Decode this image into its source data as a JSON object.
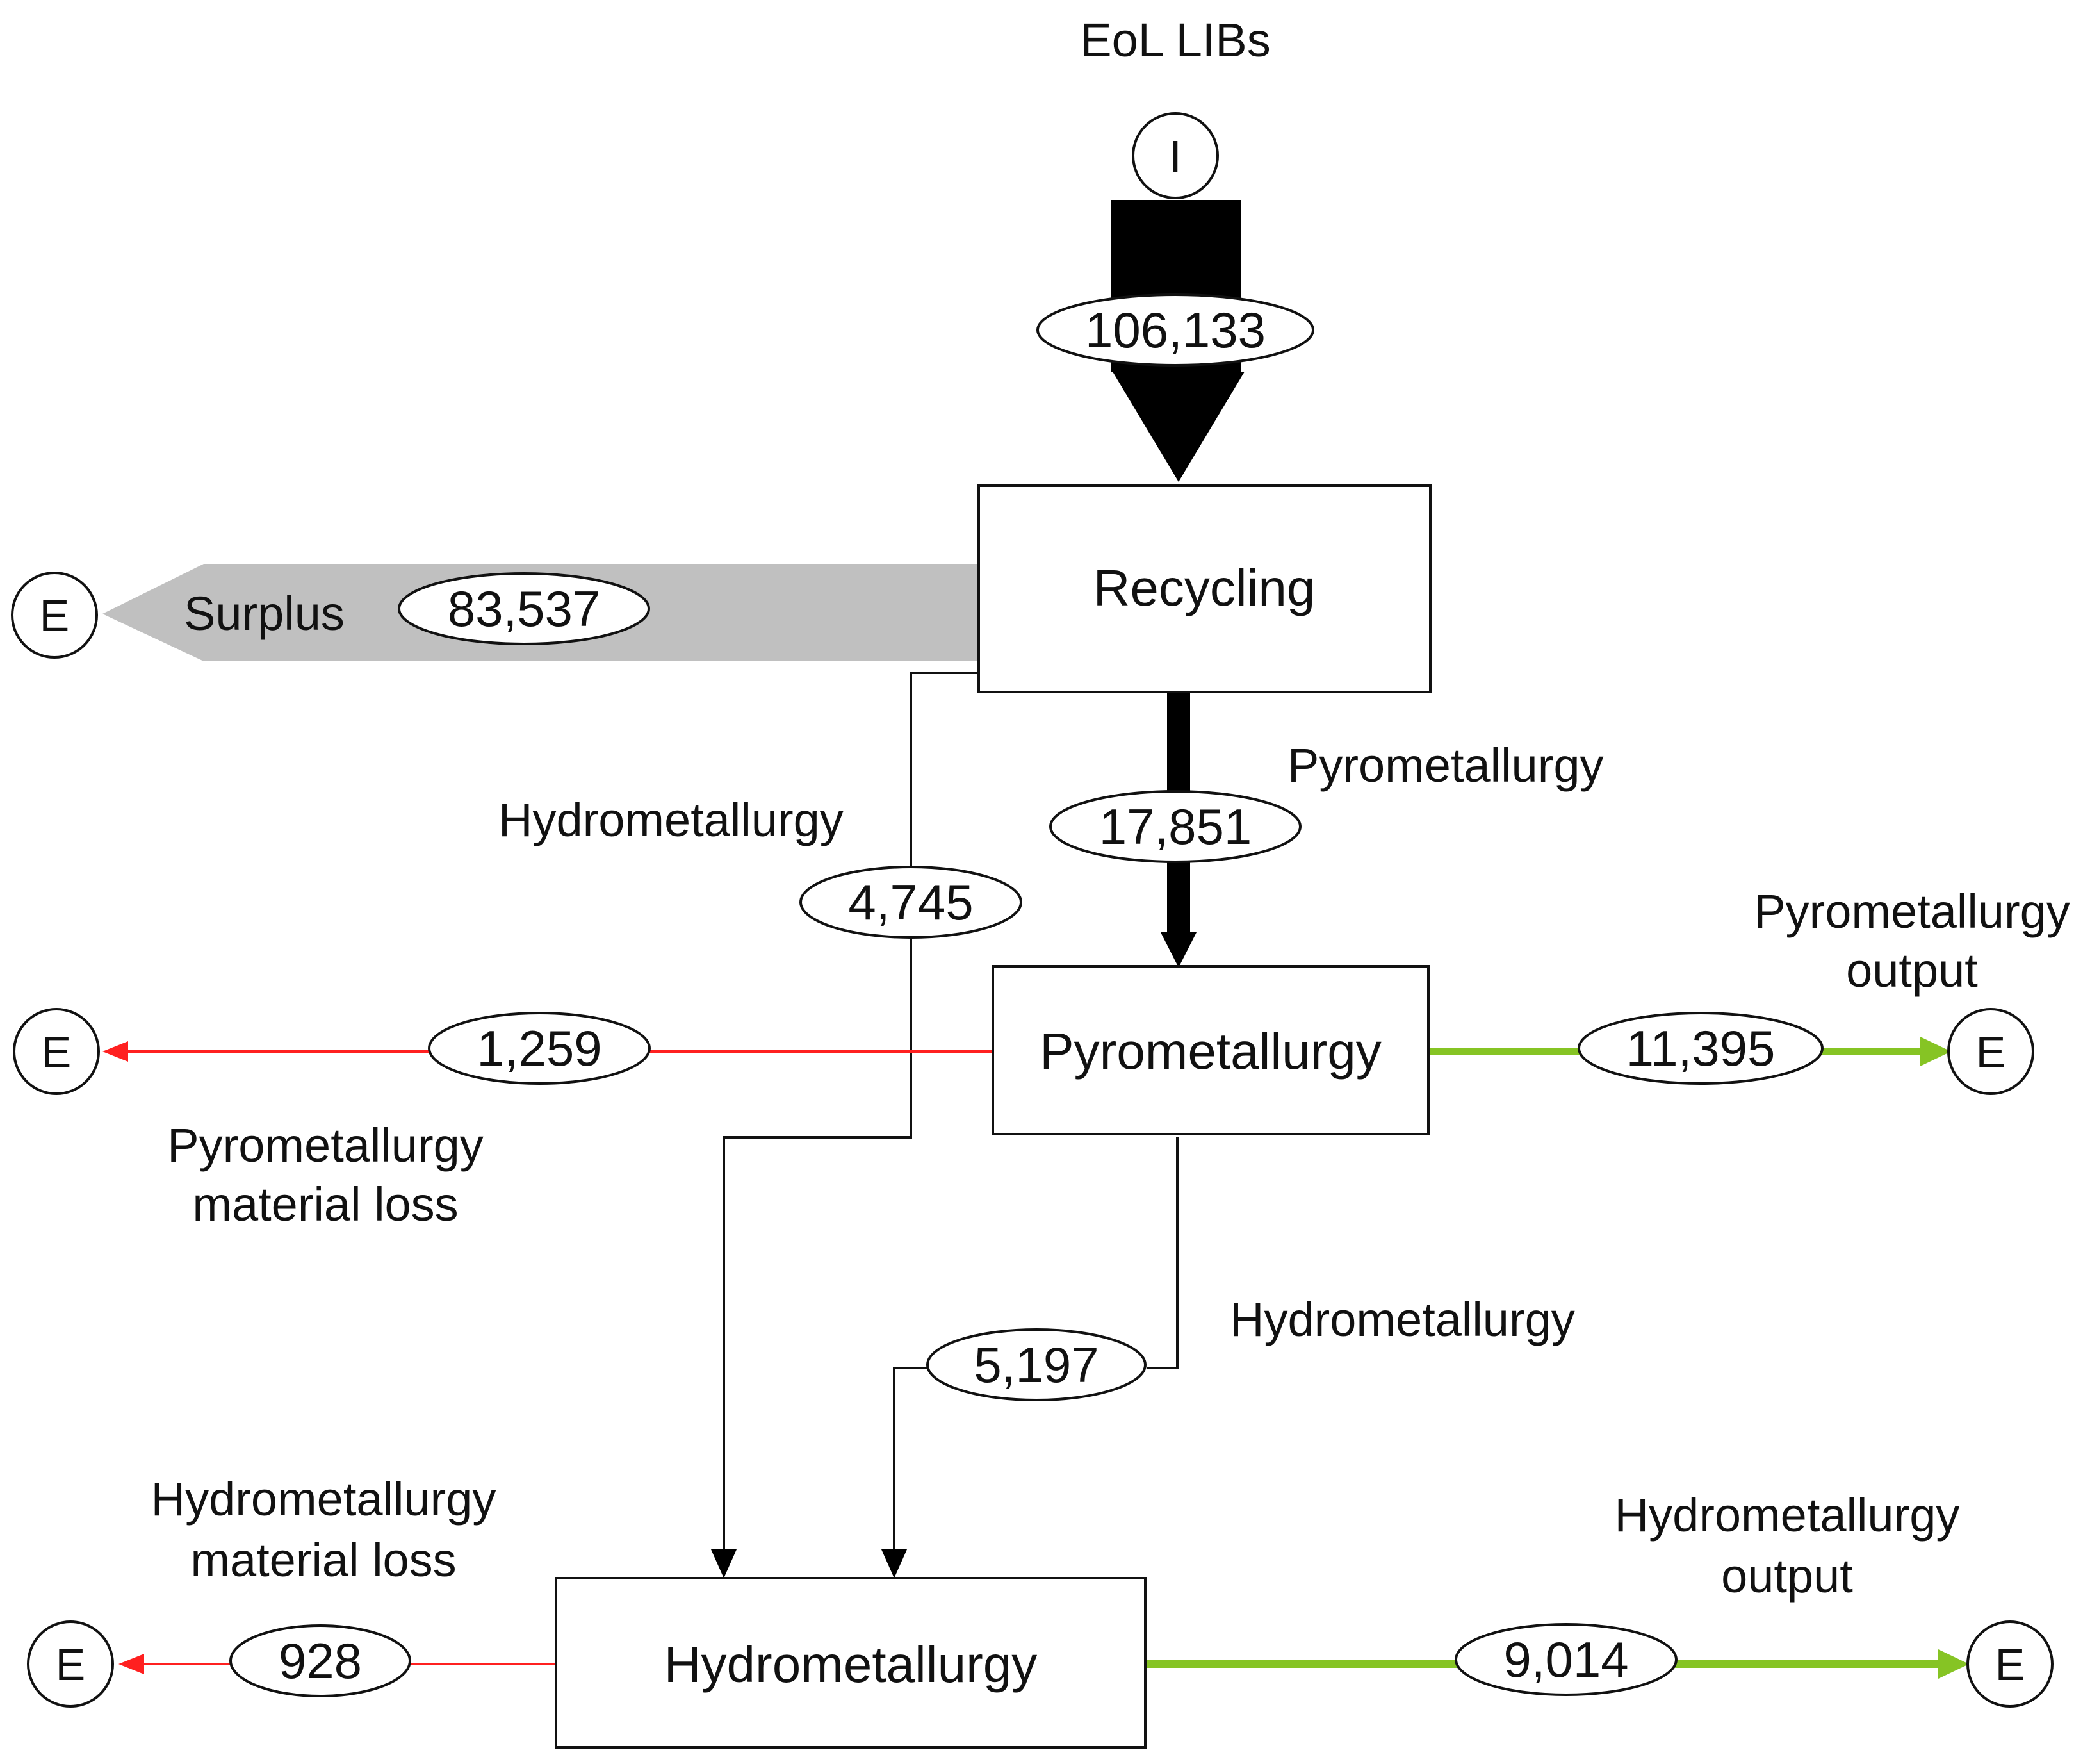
{
  "labels": {
    "input": "EoL LIBs",
    "surplus": "Surplus",
    "hydro_from_recycling": "Hydrometallurgy",
    "pyro_from_recycling": "Pyrometallurgy",
    "pyro_output_line1": "Pyrometallurgy",
    "pyro_output_line2": "output",
    "pyro_loss_line1": "Pyrometallurgy",
    "pyro_loss_line2": "material loss",
    "hydro_from_pyro": "Hydrometallurgy",
    "hydro_loss_line1": "Hydrometallurgy",
    "hydro_loss_line2": "material loss",
    "hydro_output_line1": "Hydrometallurgy",
    "hydro_output_line2": "output"
  },
  "processes": {
    "recycling": "Recycling",
    "pyrometallurgy": "Pyrometallurgy",
    "hydrometallurgy": "Hydrometallurgy"
  },
  "nodes": {
    "import_symbol": "I",
    "export_symbol": "E"
  },
  "flows": {
    "eol_input": "106,133",
    "surplus": "83,537",
    "to_pyro": "17,851",
    "to_hydro_from_recycling": "4,745",
    "pyro_loss": "1,259",
    "pyro_output": "11,395",
    "pyro_to_hydro": "5,197",
    "hydro_loss": "928",
    "hydro_output": "9,014"
  },
  "colors": {
    "main_flow": "#000000",
    "surplus_flow": "#c0c0c0",
    "loss_flow": "#ff2020",
    "output_flow": "#86c424",
    "thin_flow": "#111111"
  }
}
